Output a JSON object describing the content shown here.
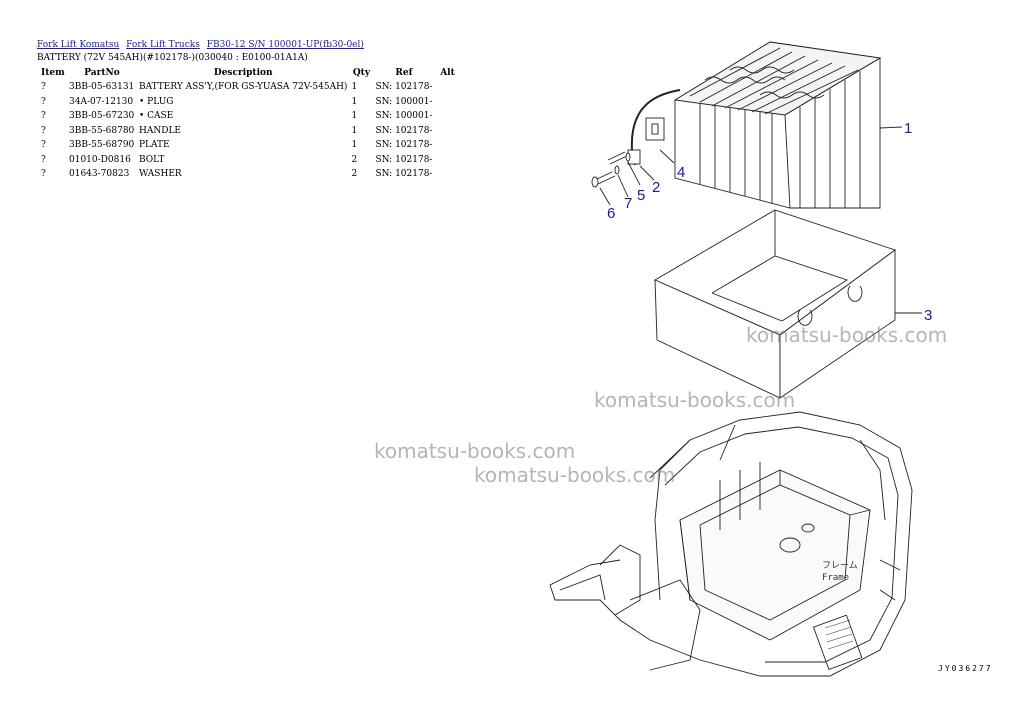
{
  "breadcrumb": {
    "links": [
      "Fork Lift Komatsu",
      "Fork Lift Trucks",
      "FB30-12 S/N 100001-UP(fb30-0el)"
    ]
  },
  "subtitle": "BATTERY (72V 545AH)(#102178-)(030040 : E0100-01A1A)",
  "table": {
    "headers": [
      "Item",
      "PartNo",
      "Description",
      "Qty",
      "Ref",
      "Alt"
    ],
    "rows": [
      {
        "item": "?",
        "part": "3BB-05-63131",
        "desc": "BATTERY ASS'Y,(FOR GS-YUASA 72V-545AH)",
        "qty": "1",
        "ref": "SN: 102178-",
        "alt": ""
      },
      {
        "item": "?",
        "part": "34A-07-12130",
        "desc": "• PLUG",
        "qty": "1",
        "ref": "SN: 100001-",
        "alt": ""
      },
      {
        "item": "?",
        "part": "3BB-05-67230",
        "desc": "• CASE",
        "qty": "1",
        "ref": "SN: 100001-",
        "alt": ""
      },
      {
        "item": "?",
        "part": "3BB-55-68780",
        "desc": "HANDLE",
        "qty": "1",
        "ref": "SN: 102178-",
        "alt": ""
      },
      {
        "item": "?",
        "part": "3BB-55-68790",
        "desc": "PLATE",
        "qty": "1",
        "ref": "SN: 102178-",
        "alt": ""
      },
      {
        "item": "?",
        "part": "01010-D0816",
        "desc": "BOLT",
        "qty": "2",
        "ref": "SN: 102178-",
        "alt": ""
      },
      {
        "item": "?",
        "part": "01643-70823",
        "desc": "WASHER",
        "qty": "2",
        "ref": "SN: 102178-",
        "alt": ""
      }
    ]
  },
  "diagram": {
    "callouts": [
      "1",
      "2",
      "3",
      "4",
      "5",
      "6",
      "7"
    ],
    "frame_label_jp": "フレーム",
    "frame_label": "Frame",
    "figure_id": "JY036277",
    "watermark": "komatsu-books.com"
  },
  "colors": {
    "link": "#1a1ab4",
    "callout": "#1a1aa0",
    "watermark": "#787878"
  }
}
